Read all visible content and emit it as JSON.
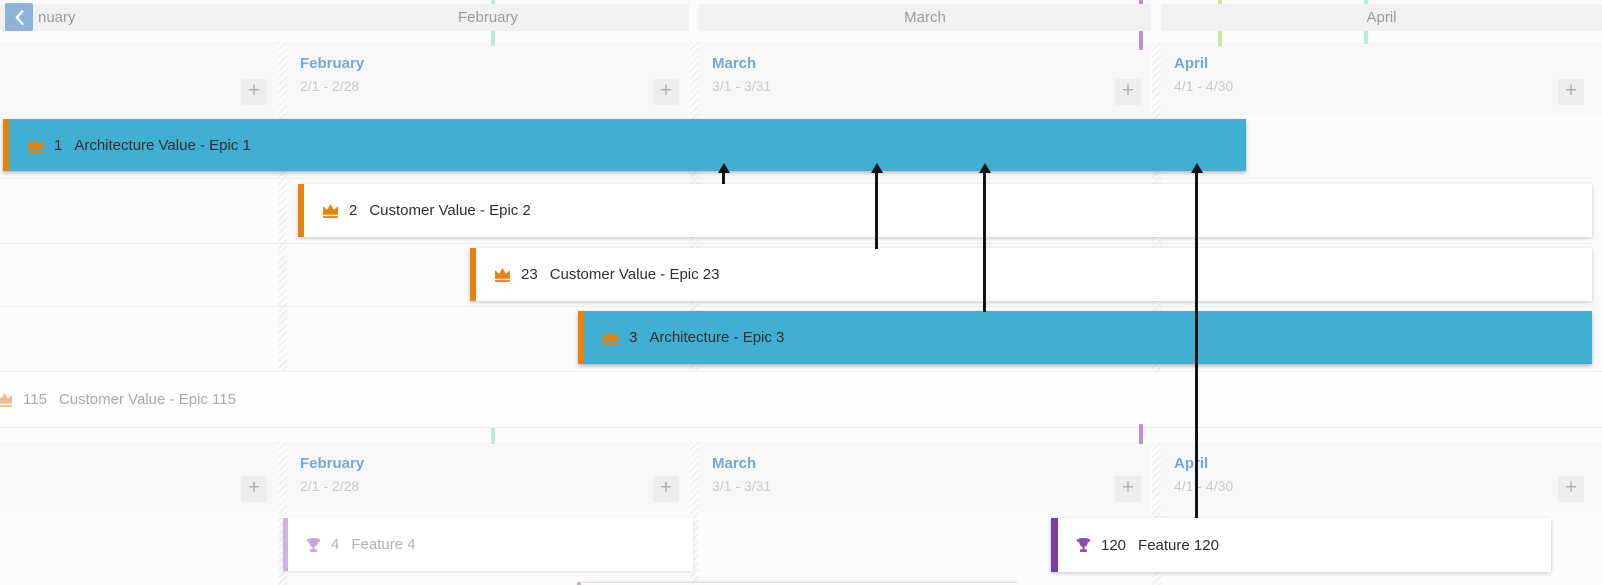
{
  "nav": {
    "back_tooltip": "scroll-left"
  },
  "controls": {
    "plus_label": "+"
  },
  "colors": {
    "epic_fill_teal": "#41afd4",
    "epic_accent_orange": "#e8820f",
    "feature_accent_purple": "#7b3ca2",
    "feature_accent_purple_faded": "#cfb1e1",
    "month_label_blue": "#74a7d8",
    "dependency_arrow_black": "#141414",
    "marker_teal": "#b4e9dd",
    "marker_purple": "#bf8ecd",
    "marker_green": "#c9e79b"
  },
  "timeline_band": {
    "january_label": "nuary",
    "february_label": "February",
    "march_label": "March",
    "april_label": "April"
  },
  "swimlane1": {
    "columns": [
      {
        "month": "February",
        "range": "2/1 - 2/28"
      },
      {
        "month": "March",
        "range": "3/1 - 3/31"
      },
      {
        "month": "April",
        "range": "4/1 - 4/30"
      }
    ]
  },
  "swimlane2": {
    "columns": [
      {
        "month": "February",
        "range": "2/1 - 2/28"
      },
      {
        "month": "March",
        "range": "3/1 - 3/31"
      },
      {
        "month": "April",
        "range": "4/1 - 4/30"
      }
    ]
  },
  "epics": [
    {
      "id": "1",
      "title": "Architecture Value - Epic 1"
    },
    {
      "id": "2",
      "title": "Customer Value - Epic 2"
    },
    {
      "id": "23",
      "title": "Customer Value - Epic 23"
    },
    {
      "id": "3",
      "title": "Architecture - Epic 3"
    },
    {
      "id": "115",
      "title": "Customer Value - Epic 115"
    }
  ],
  "features": [
    {
      "id": "4",
      "title": "Feature 4"
    },
    {
      "id": "120",
      "title": "Feature 120"
    }
  ]
}
